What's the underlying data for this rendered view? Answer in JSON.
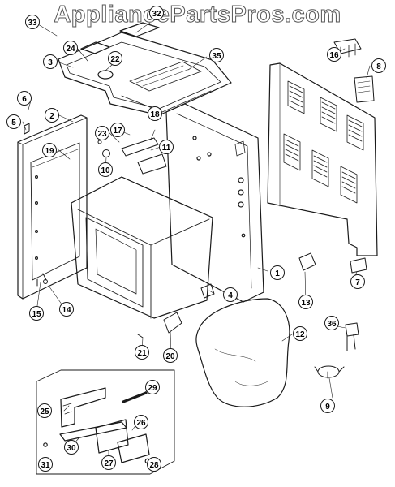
{
  "watermark": "AppliancePartsPros.com",
  "colors": {
    "line": "#1a1a1a",
    "background": "#ffffff",
    "watermark_fill": "#ffffff",
    "watermark_stroke": "#555555"
  },
  "callouts": [
    "1",
    "2",
    "3",
    "4",
    "5",
    "6",
    "7",
    "8",
    "9",
    "10",
    "11",
    "12",
    "13",
    "14",
    "15",
    "16",
    "17",
    "18",
    "19",
    "20",
    "21",
    "22",
    "23",
    "24",
    "25",
    "26",
    "27",
    "28",
    "29",
    "30",
    "31",
    "32",
    "33",
    "35",
    "36"
  ],
  "icons": [
    "cabinet-side-panel-drawing",
    "back-panel-drawing",
    "oven-cavity-drawing",
    "insulation-blanket-drawing",
    "cooktop-support-panel-drawing",
    "hinge-assembly-drawing"
  ]
}
